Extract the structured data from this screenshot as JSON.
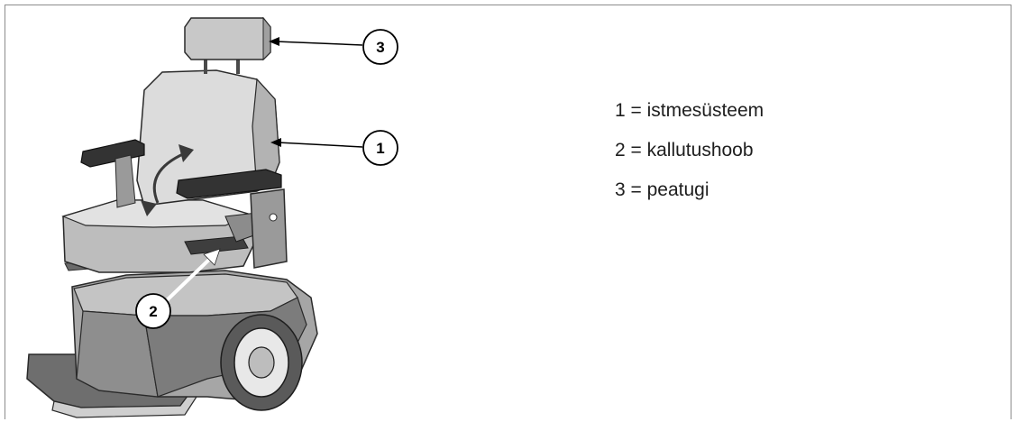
{
  "callouts": {
    "c1": "1",
    "c2": "2",
    "c3": "3"
  },
  "legend": [
    {
      "text": "1 = istmesüsteem"
    },
    {
      "text": "2 = kallutushoob"
    },
    {
      "text": "3 = peatugi"
    }
  ],
  "colors": {
    "border": "#8c8c8c",
    "seat_light": "#dedede",
    "seat_mid": "#b9b9b9",
    "body_dark": "#8a8a8a",
    "armrest": "#3a3a3a"
  }
}
